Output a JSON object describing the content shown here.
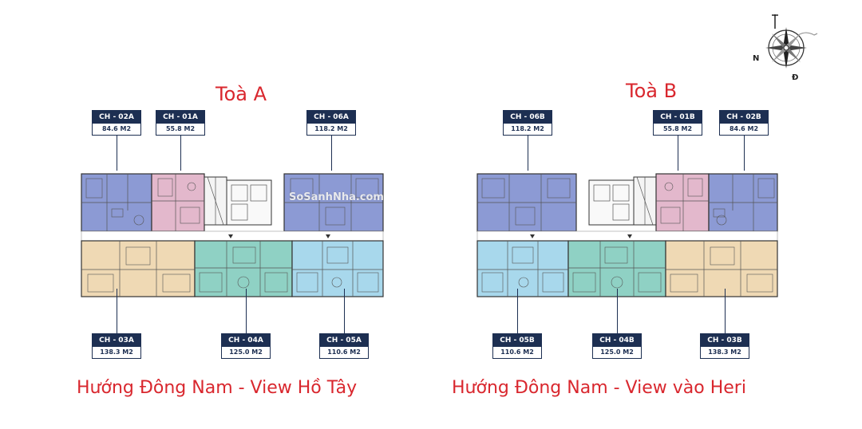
{
  "compass": {
    "north": "N",
    "east": "Đ"
  },
  "towers": [
    {
      "title": "Toà A",
      "view": "Hướng Đông Nam - View Hồ Tây",
      "top_units": [
        {
          "code": "CH - 02A",
          "area": "84.6 M2",
          "color": "#8c9ad4"
        },
        {
          "code": "CH - 01A",
          "area": "55.8 M2",
          "color": "#e3b8cc"
        },
        {
          "code": "CH - 06A",
          "area": "118.2 M2",
          "color": "#8c9ad4"
        }
      ],
      "bottom_units": [
        {
          "code": "CH - 03A",
          "area": "138.3 M2",
          "color": "#efd9b4"
        },
        {
          "code": "CH - 04A",
          "area": "125.0 M2",
          "color": "#8fd1c4"
        },
        {
          "code": "CH - 05A",
          "area": "110.6 M2",
          "color": "#a8d8ec"
        }
      ]
    },
    {
      "title": "Toà B",
      "view": "Hướng Đông Nam - View vào Heri",
      "top_units": [
        {
          "code": "CH - 06B",
          "area": "118.2 M2",
          "color": "#8c9ad4"
        },
        {
          "code": "CH - 01B",
          "area": "55.8 M2",
          "color": "#e3b8cc"
        },
        {
          "code": "CH - 02B",
          "area": "84.6 M2",
          "color": "#8c9ad4"
        }
      ],
      "bottom_units": [
        {
          "code": "CH - 05B",
          "area": "110.6 M2",
          "color": "#a8d8ec"
        },
        {
          "code": "CH - 04B",
          "area": "125.0 M2",
          "color": "#8fd1c4"
        },
        {
          "code": "CH - 03B",
          "area": "138.3 M2",
          "color": "#efd9b4"
        }
      ]
    }
  ],
  "watermark": "SoSanhNha.com"
}
